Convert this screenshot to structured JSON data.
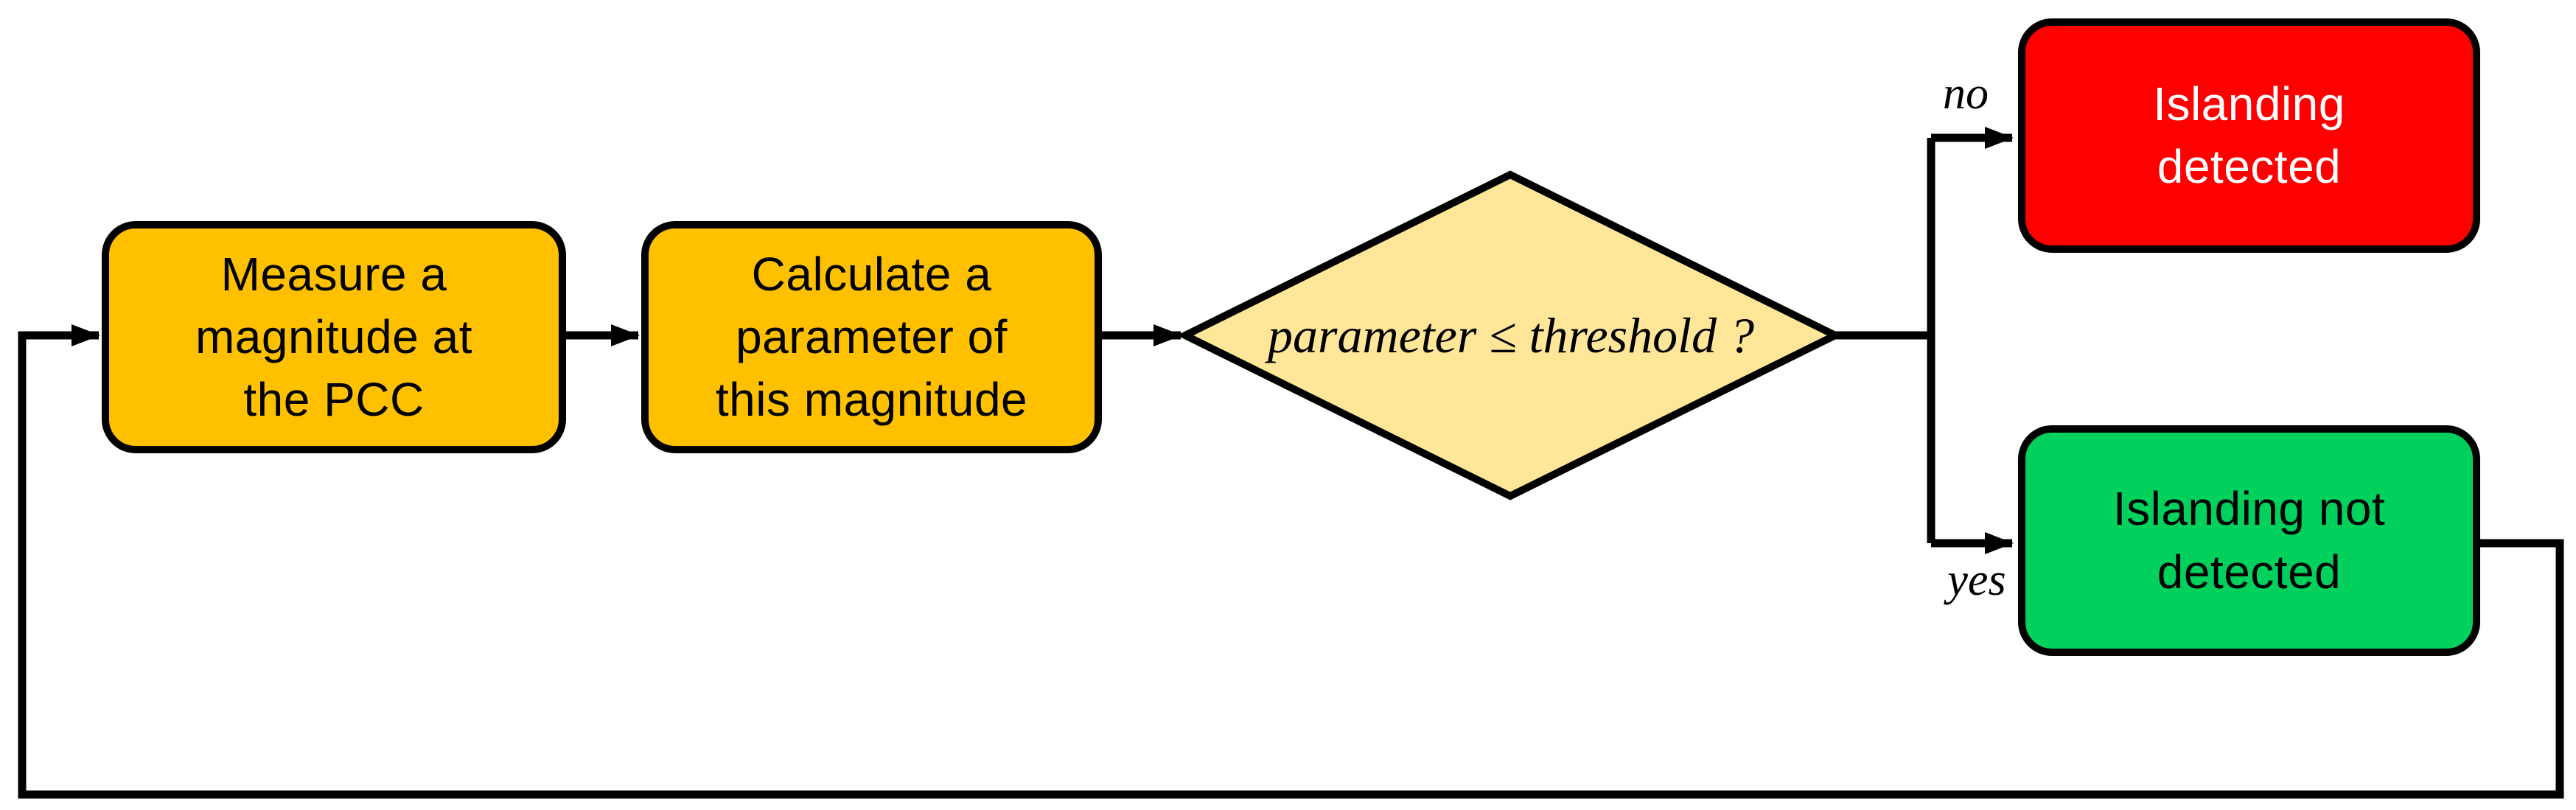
{
  "diagram": {
    "type": "flowchart",
    "topic": "Passive islanding detection decision loop",
    "nodes": {
      "measure": {
        "shape": "rounded-rectangle",
        "lines": [
          "Measure a",
          "magnitude at",
          "the PCC"
        ],
        "text": "Measure a magnitude at the PCC"
      },
      "calculate": {
        "shape": "rounded-rectangle",
        "lines": [
          "Calculate a",
          "parameter of",
          "this magnitude"
        ],
        "text": "Calculate a parameter of this magnitude"
      },
      "decision": {
        "shape": "diamond",
        "text": "parameter ≤ threshold ?"
      },
      "islanding_detected": {
        "shape": "rounded-rectangle",
        "lines": [
          "Islanding",
          "detected"
        ],
        "text": "Islanding detected"
      },
      "islanding_not_detected": {
        "shape": "rounded-rectangle",
        "lines": [
          "Islanding not",
          "detected"
        ],
        "text": "Islanding not detected"
      }
    },
    "edges": [
      {
        "from": "measure",
        "to": "calculate",
        "label": ""
      },
      {
        "from": "calculate",
        "to": "decision",
        "label": ""
      },
      {
        "from": "decision",
        "to": "islanding_detected",
        "label": "no"
      },
      {
        "from": "decision",
        "to": "islanding_not_detected",
        "label": "yes"
      },
      {
        "from": "islanding_not_detected",
        "to": "measure",
        "label": ""
      }
    ]
  },
  "colors": {
    "process_fill": "#FFC000",
    "decision_fill": "#FFE699",
    "alarm_fill": "#FF0000",
    "safe_fill": "#00D15C",
    "stroke": "#000000"
  }
}
